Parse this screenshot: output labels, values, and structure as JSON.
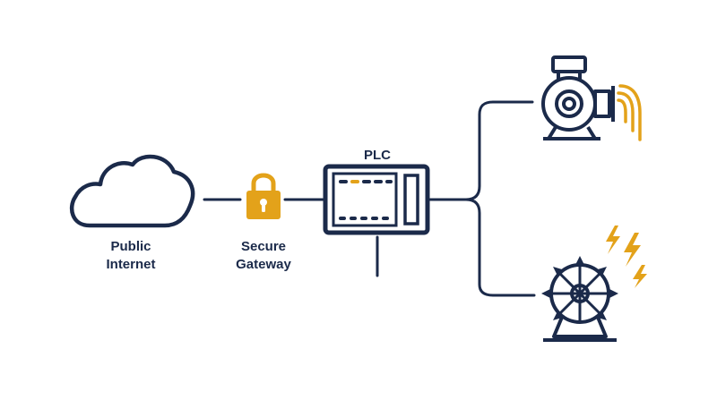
{
  "colors": {
    "navy": "#1b2a4a",
    "accent": "#e3a21a",
    "background": "#ffffff"
  },
  "nodes": {
    "internet": {
      "icon": "cloud-icon",
      "label_line1": "Public",
      "label_line2": "Internet"
    },
    "gateway": {
      "icon": "padlock-icon",
      "label_line1": "Secure",
      "label_line2": "Gateway"
    },
    "plc": {
      "icon": "plc-controller-icon",
      "label": "PLC"
    },
    "pump": {
      "icon": "centrifugal-pump-icon"
    },
    "turbine": {
      "icon": "water-wheel-turbine-icon"
    }
  }
}
